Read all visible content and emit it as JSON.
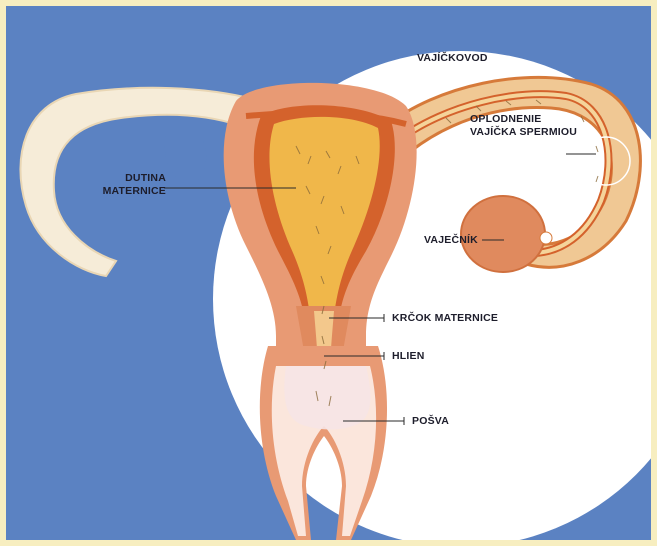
{
  "labels": {
    "oviduct": "VAJÍČKOVOD",
    "fertilization_line1": "OPLODNENIE",
    "fertilization_line2": "VAJÍČKA SPERMIOU",
    "uterine_cavity_line1": "DUTINA",
    "uterine_cavity_line2": "MATERNICE",
    "ovary": "VAJEČNÍK",
    "cervix": "KRČOK MATERNICE",
    "mucus": "HLIEN",
    "vagina": "POŠVA"
  },
  "colors": {
    "page_border": "#f7eec0",
    "background": "#5b82c2",
    "circle": "#ffffff",
    "tube_outer": "#f6ecd8",
    "uterus_outer": "#e89a74",
    "uterus_mid": "#d4622c",
    "uterus_inner": "#f0b74a",
    "label_text": "#1d1d2b"
  }
}
